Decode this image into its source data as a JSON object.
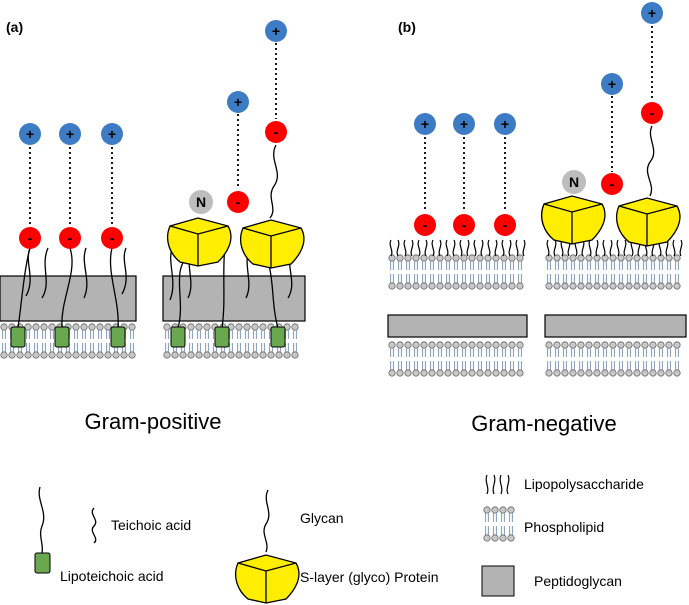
{
  "panel_a": {
    "label": "(a)",
    "title": "Gram-positive"
  },
  "panel_b": {
    "label": "(b)",
    "title": "Gram-negative"
  },
  "symbols": {
    "positive": "+",
    "negative": "-",
    "neutral": "N"
  },
  "legend": {
    "teichoic_acid": "Teichoic acid",
    "lipoteichoic_acid": "Lipoteichoic acid",
    "glycan": "Glycan",
    "s_layer_protein": "S-layer (glyco) Protein",
    "lipopolysaccharide": "Lipopolysaccharide",
    "phospholipid": "Phospholipid",
    "peptidoglycan": "Peptidoglycan"
  },
  "colors": {
    "positive_charge": "#3d7cc4",
    "negative_charge": "#ff0000",
    "neutral_charge": "#bdbdbd",
    "s_layer_protein": "#ffee00",
    "lipoteichoic_anchor": "#6aa84f",
    "peptidoglycan": "#b3b3b3",
    "phospholipid_tail": "#cfe0f0",
    "phospholipid_head": "#c8c8c8"
  }
}
